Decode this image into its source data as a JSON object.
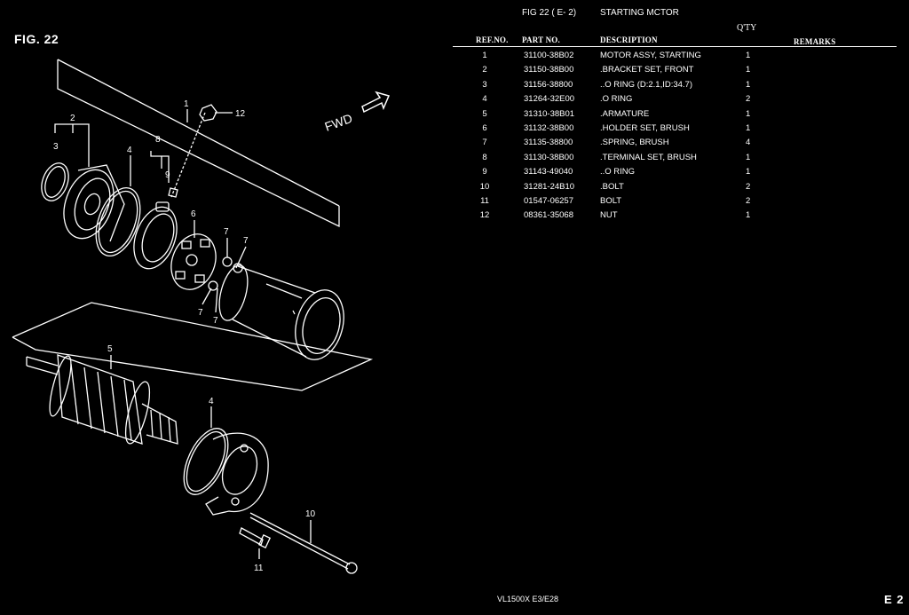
{
  "figure_label": "FIG. 22",
  "header": {
    "fig_ref": "FIG 22 ( E- 2)",
    "title": "STARTING MCTOR",
    "qty_label": "Q'TY"
  },
  "columns": {
    "ref": "REF.NO.",
    "part": "PART NO.",
    "desc": "DESCRIPTION",
    "remarks": "REMARKS"
  },
  "parts": [
    {
      "ref": "1",
      "part_no": "31100-38B02",
      "description": "MOTOR ASSY, STARTING",
      "qty": "1"
    },
    {
      "ref": "2",
      "part_no": "31150-38B00",
      "description": ".BRACKET SET, FRONT",
      "qty": "1"
    },
    {
      "ref": "3",
      "part_no": "31156-38800",
      "description": "..O RING (D:2.1,ID:34.7)",
      "qty": "1"
    },
    {
      "ref": "4",
      "part_no": "31264-32E00",
      "description": ".O RING",
      "qty": "2"
    },
    {
      "ref": "5",
      "part_no": "31310-38B01",
      "description": ".ARMATURE",
      "qty": "1"
    },
    {
      "ref": "6",
      "part_no": "31132-38B00",
      "description": ".HOLDER SET, BRUSH",
      "qty": "1"
    },
    {
      "ref": "7",
      "part_no": "31135-38800",
      "description": ".SPRING, BRUSH",
      "qty": "4"
    },
    {
      "ref": "8",
      "part_no": "31130-38B00",
      "description": ".TERMINAL SET, BRUSH",
      "qty": "1"
    },
    {
      "ref": "9",
      "part_no": "31143-49040",
      "description": "..O RING",
      "qty": "1"
    },
    {
      "ref": "10",
      "part_no": "31281-24B10",
      "description": ".BOLT",
      "qty": "2"
    },
    {
      "ref": "11",
      "part_no": "01547-06257",
      "description": "BOLT",
      "qty": "2"
    },
    {
      "ref": "12",
      "part_no": "08361-35068",
      "description": "NUT",
      "qty": "1"
    }
  ],
  "diagram": {
    "fwd_label": "FWD",
    "callouts": {
      "c1": "1",
      "c2": "2",
      "c3": "3",
      "c4a": "4",
      "c4b": "4",
      "c5": "5",
      "c6": "6",
      "c7a": "7",
      "c7b": "7",
      "c7c": "7",
      "c7d": "7",
      "c8": "8",
      "c9": "9",
      "c10": "10",
      "c11": "11",
      "c12": "12"
    }
  },
  "footer": {
    "model": "VL1500X  E3/E28",
    "page": "E 2"
  }
}
